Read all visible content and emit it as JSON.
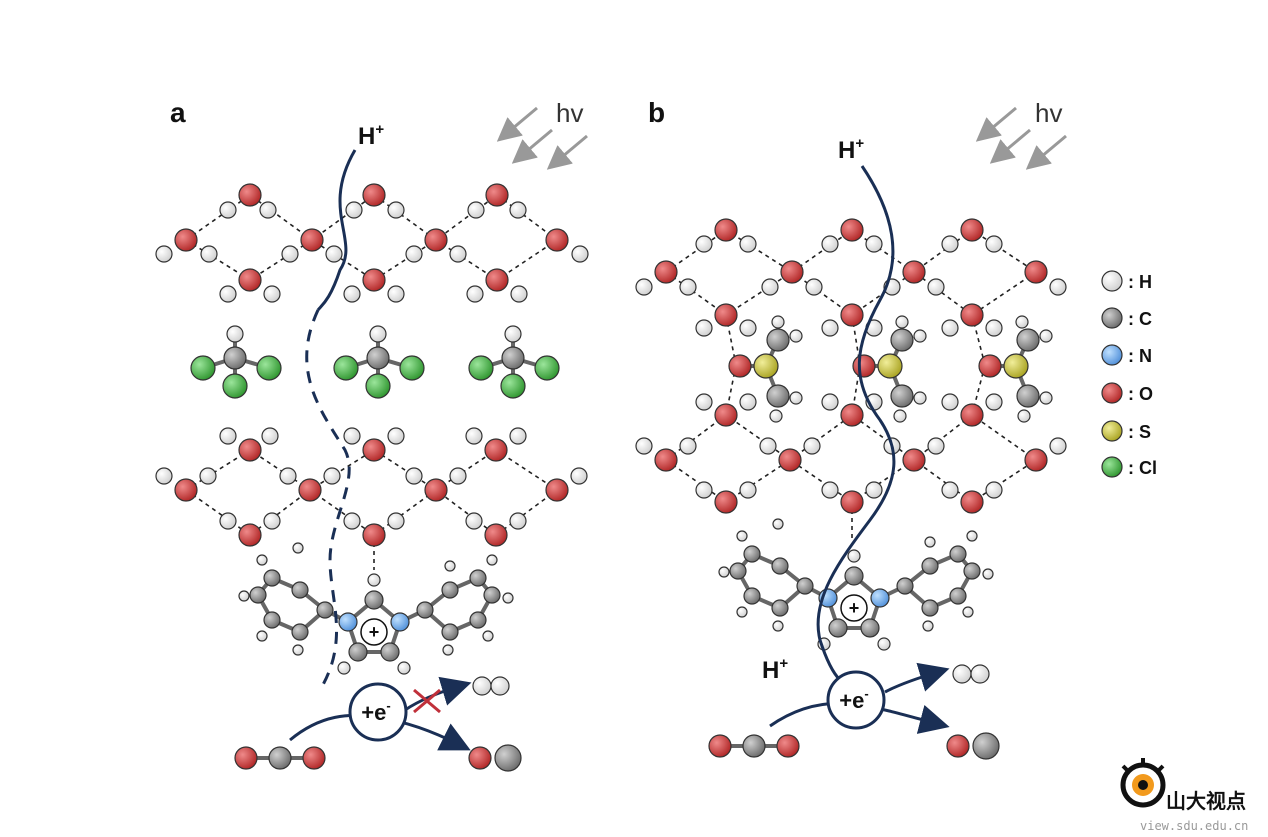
{
  "panels": {
    "a": {
      "label": "a",
      "light": "hv",
      "proton": "H",
      "proton_charge": "+",
      "electron": "+e",
      "electron_charge": "-",
      "cation_charge": "+"
    },
    "b": {
      "label": "b",
      "light": "hv",
      "proton": "H",
      "proton_charge": "+",
      "proton2": "H",
      "proton2_charge": "+",
      "electron": "+e",
      "electron_charge": "-",
      "cation_charge": "+"
    }
  },
  "legend": [
    {
      "symbol": ": H",
      "color": "#f2f2f2"
    },
    {
      "symbol": ": C",
      "color": "#8c8c8c"
    },
    {
      "symbol": ": N",
      "color": "#6aa5ea"
    },
    {
      "symbol": ": O",
      "color": "#c93636"
    },
    {
      "symbol": ": S",
      "color": "#c7c236"
    },
    {
      "symbol": ": Cl",
      "color": "#3fae3f"
    }
  ],
  "watermark": {
    "name": "山大视点",
    "url": "view.sdu.edu.cn"
  },
  "colors": {
    "path": "#1a2f55",
    "blocked": "#c0303a",
    "light_arrow": "#999999"
  }
}
